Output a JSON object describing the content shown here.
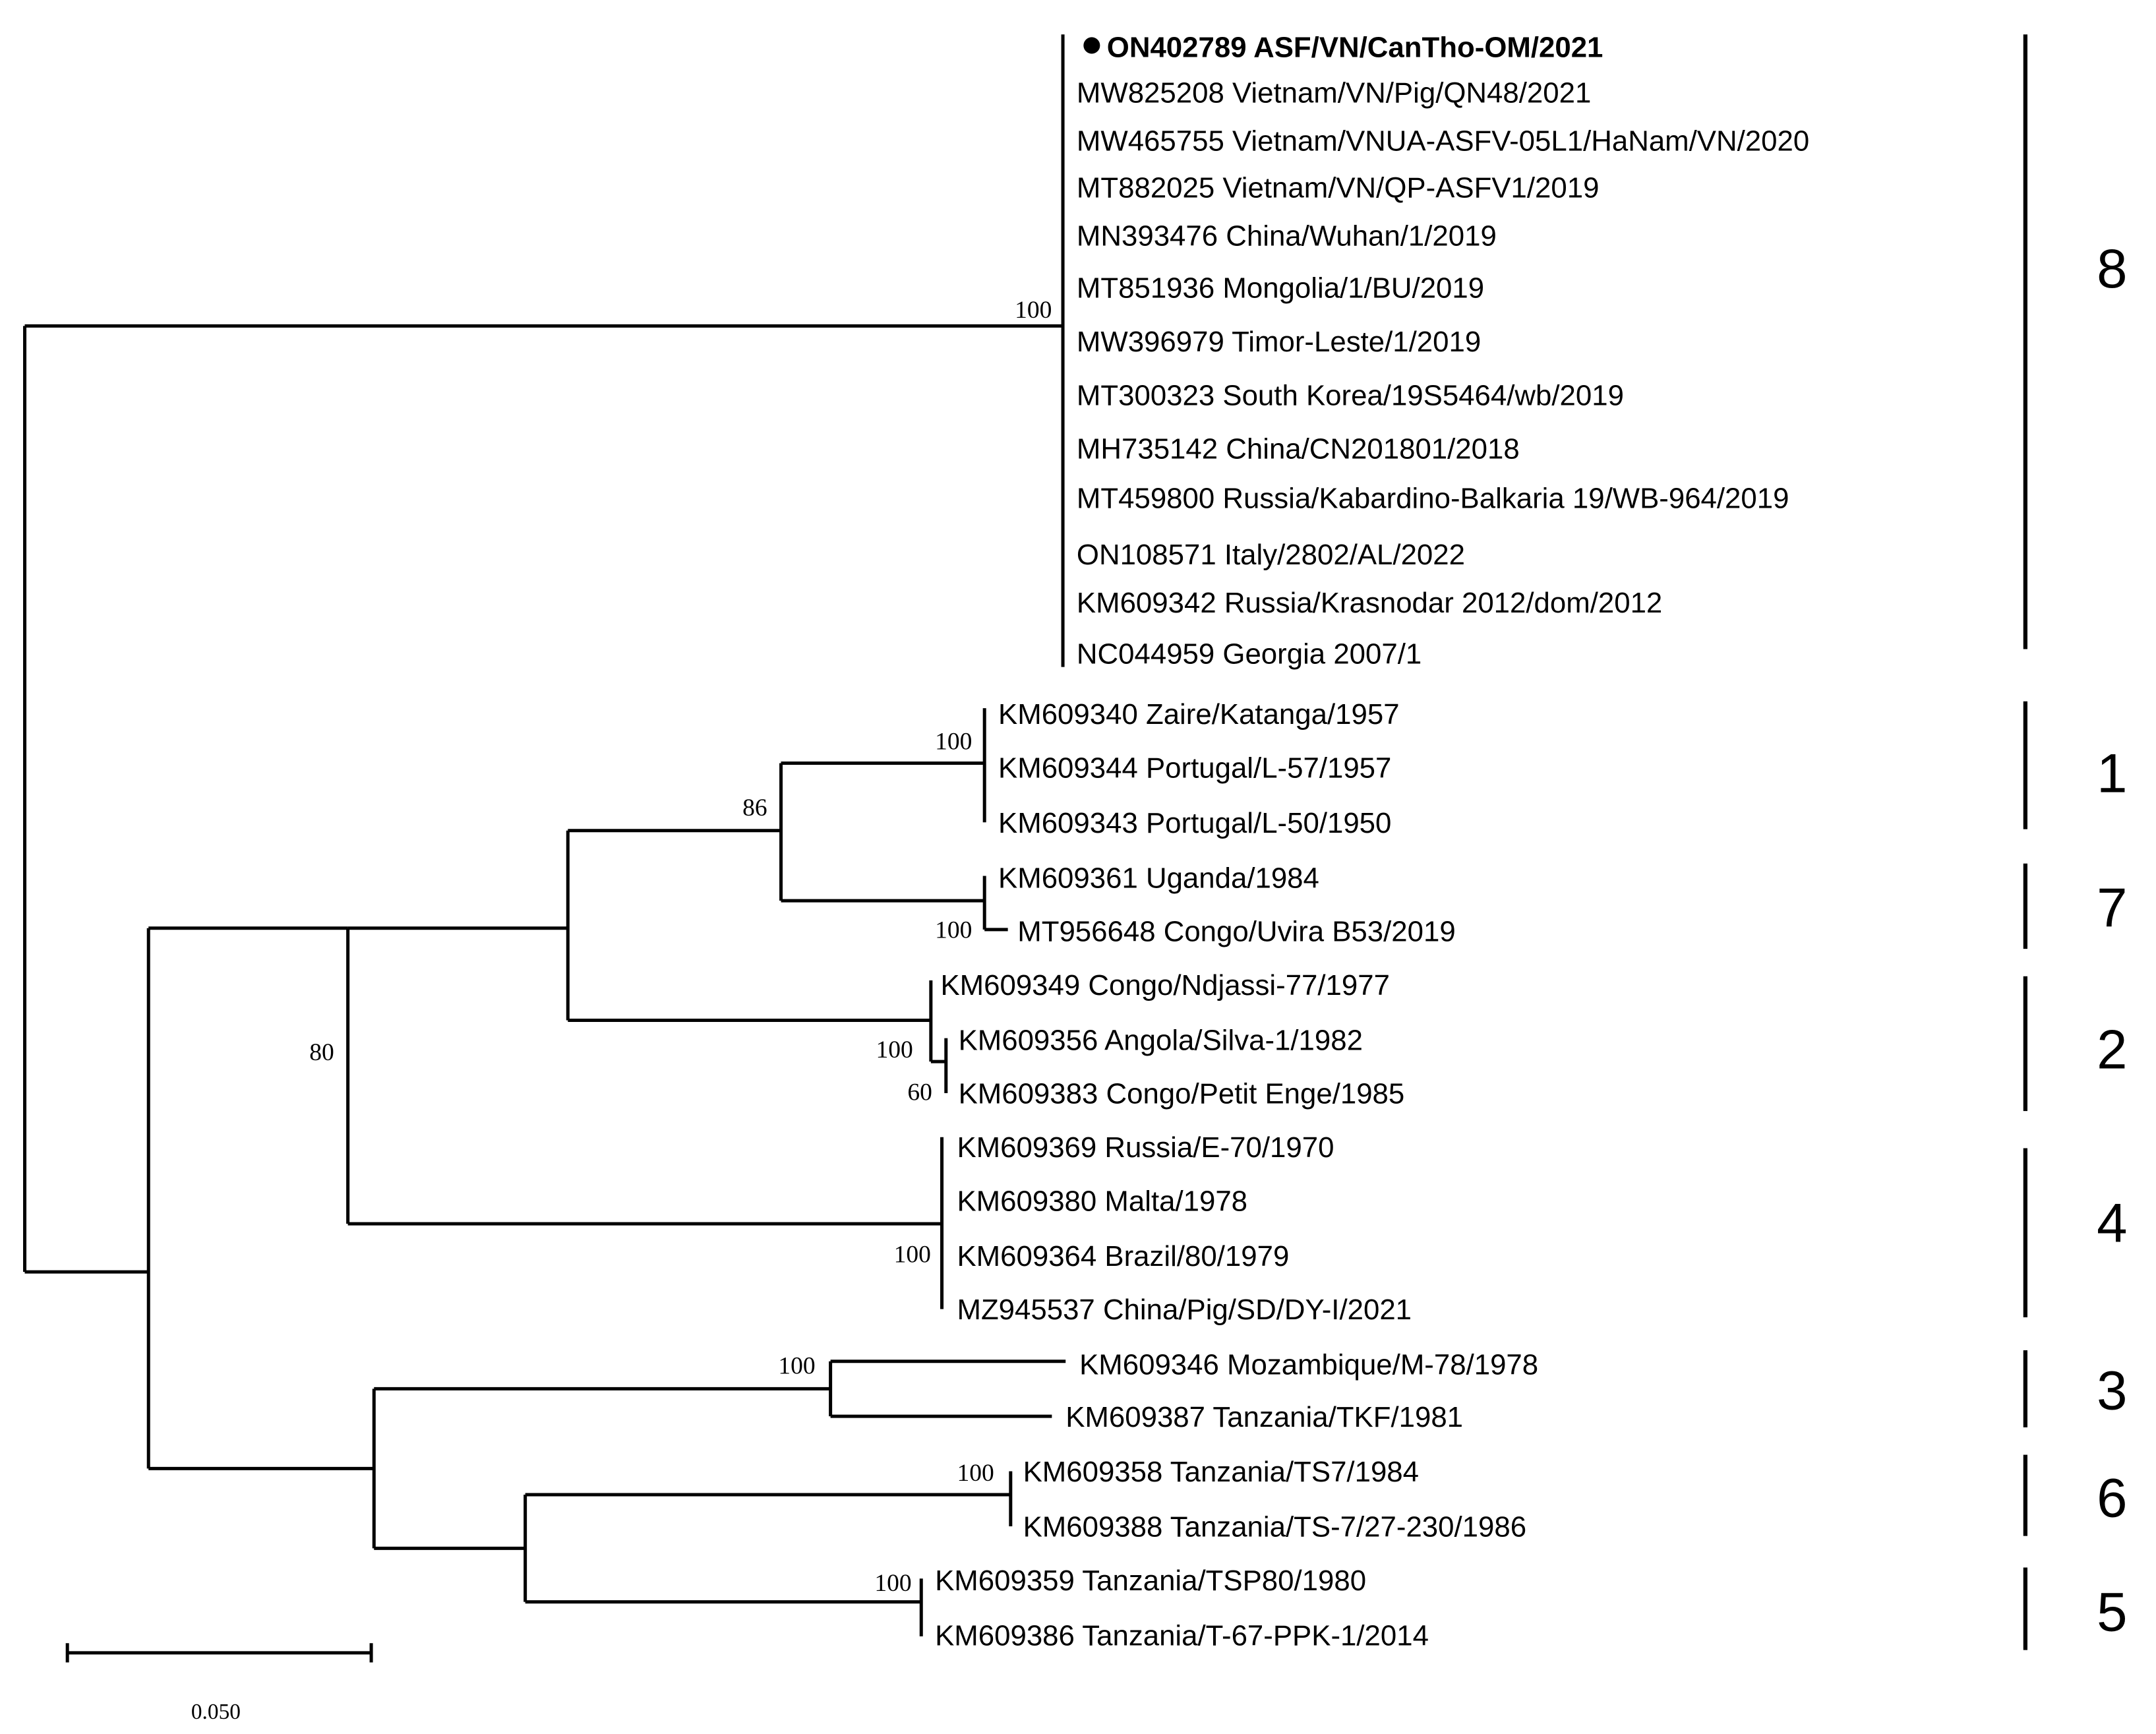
{
  "tree": {
    "taxa": [
      {
        "label": "ON402789 ASF/VN/CanTho-OM/2021",
        "highlighted": true
      },
      {
        "label": "MW825208 Vietnam/VN/Pig/QN48/2021"
      },
      {
        "label": "MW465755 Vietnam/VNUA-ASFV-05L1/HaNam/VN/2020"
      },
      {
        "label": "MT882025 Vietnam/VN/QP-ASFV1/2019"
      },
      {
        "label": "MN393476 China/Wuhan/1/2019"
      },
      {
        "label": "MT851936 Mongolia/1/BU/2019"
      },
      {
        "label": "MW396979 Timor-Leste/1/2019"
      },
      {
        "label": "MT300323 South Korea/19S5464/wb/2019"
      },
      {
        "label": "MH735142 China/CN201801/2018"
      },
      {
        "label": "MT459800 Russia/Kabardino-Balkaria 19/WB-964/2019"
      },
      {
        "label": "ON108571 Italy/2802/AL/2022"
      },
      {
        "label": "KM609342 Russia/Krasnodar 2012/dom/2012"
      },
      {
        "label": "NC044959 Georgia 2007/1"
      },
      {
        "label": "KM609340 Zaire/Katanga/1957"
      },
      {
        "label": "KM609344 Portugal/L-57/1957"
      },
      {
        "label": "KM609343 Portugal/L-50/1950"
      },
      {
        "label": "KM609361 Uganda/1984"
      },
      {
        "label": "MT956648 Congo/Uvira B53/2019"
      },
      {
        "label": "KM609349 Congo/Ndjassi-77/1977"
      },
      {
        "label": "KM609356 Angola/Silva-1/1982"
      },
      {
        "label": "KM609383 Congo/Petit Enge/1985"
      },
      {
        "label": "KM609369 Russia/E-70/1970"
      },
      {
        "label": "KM609380 Malta/1978"
      },
      {
        "label": "KM609364 Brazil/80/1979"
      },
      {
        "label": "MZ945537 China/Pig/SD/DY-I/2021"
      },
      {
        "label": "KM609346 Mozambique/M-78/1978"
      },
      {
        "label": "KM609387 Tanzania/TKF/1981"
      },
      {
        "label": "KM609358 Tanzania/TS7/1984"
      },
      {
        "label": "KM609388 Tanzania/TS-7/27-230/1986"
      },
      {
        "label": "KM609359 Tanzania/TSP80/1980"
      },
      {
        "label": "KM609386 Tanzania/T-67-PPK-1/2014"
      }
    ],
    "bootstrap_values": [
      "100",
      "100",
      "86",
      "100",
      "80",
      "100",
      "60",
      "100",
      "100",
      "100",
      "100"
    ],
    "clades": [
      "8",
      "1",
      "7",
      "2",
      "4",
      "3",
      "6",
      "5"
    ],
    "scale_bar": {
      "value": 0.05,
      "label": "0.050"
    }
  }
}
